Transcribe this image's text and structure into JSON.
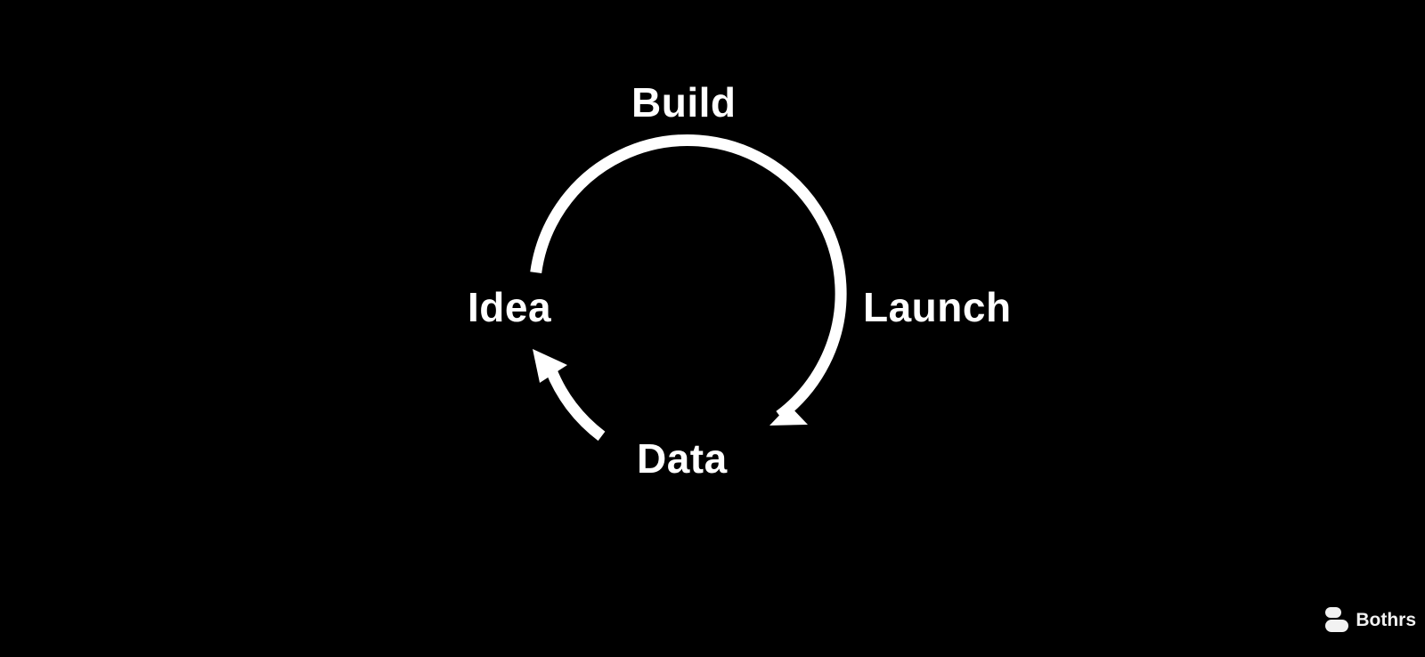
{
  "diagram": {
    "stages": {
      "top": "Build",
      "right": "Launch",
      "bottom": "Data",
      "left": "Idea"
    },
    "colors": {
      "background": "#000000",
      "foreground": "#ffffff"
    }
  },
  "watermark": {
    "brand": "Bothrs",
    "icon": "bothrs-logo-icon"
  }
}
